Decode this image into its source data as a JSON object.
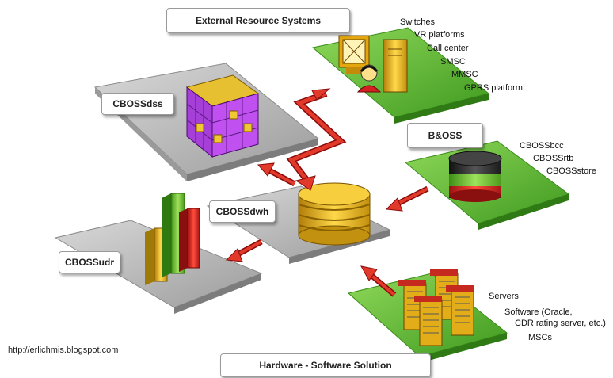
{
  "titles": {
    "external": "External Resource Systems",
    "hardware": "Hardware - Software Solution"
  },
  "nodes": {
    "dss": "CBOSSdss",
    "dwh": "CBOSSdwh",
    "udr": "CBOSSudr",
    "boss": "B&OSS"
  },
  "external_items": [
    "Switches",
    "IVR platforms",
    "Call center",
    "SMSC",
    "MMSC",
    "GPRS platform"
  ],
  "boss_items": [
    "CBOSSbcc",
    "CBOSSrtb",
    "CBOSSstore"
  ],
  "hardware_items": [
    "Servers",
    "Software (Oracle,",
    "CDR rating server, etc.)",
    "MSCs"
  ],
  "watermark": "http://erlichmis.blogspot.com",
  "colors": {
    "platform": "#b9b9b9",
    "green_platform": "#6cbf3a",
    "arrow": "#d42a2a",
    "gold": "#e2b020",
    "purple": "#9a2fd2"
  }
}
